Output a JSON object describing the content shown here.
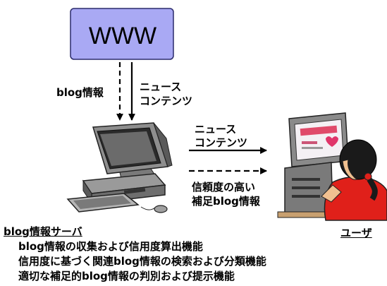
{
  "www_label": "WWW",
  "blog_label": "blog情報",
  "news_top": [
    "ニュース",
    "コンテンツ"
  ],
  "news_right": [
    "ニュース",
    "コンテンツ"
  ],
  "reliable": [
    "信頼度の高い",
    "補足blog情報"
  ],
  "server_title": "blog情報サーバ",
  "features": [
    "blog情報の収集および信用度算出機能",
    "信用度に基づく関連blog情報の検索および分類機能",
    "適切な補足的blog情報の判別および提示機能"
  ],
  "user_label": "ユーザ",
  "colors": {
    "www_fill": "#a9a9f4",
    "www_stroke": "#2b2b6b"
  }
}
